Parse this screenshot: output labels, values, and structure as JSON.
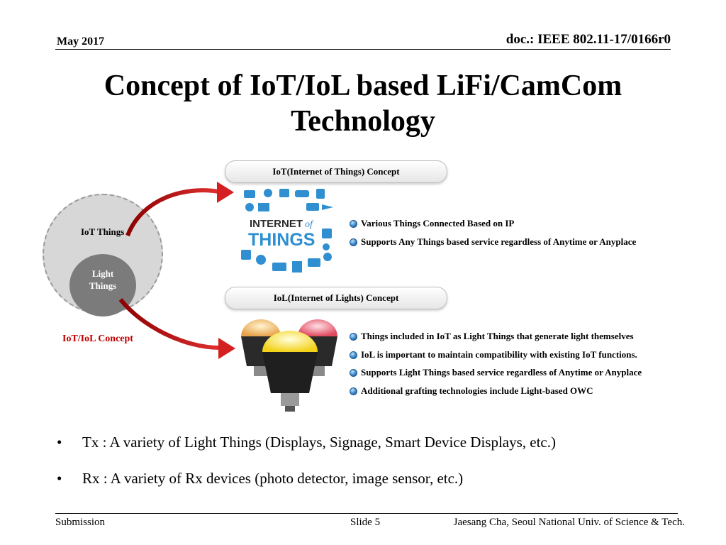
{
  "header": {
    "date": "May 2017",
    "doc": "doc.: IEEE 802.11-17/0166r0"
  },
  "title": {
    "line1": "Concept of IoT/IoL based LiFi/CamCom",
    "line2": "Technology"
  },
  "diagram": {
    "iot_pill": "IoT(Internet of Things) Concept",
    "iol_pill": "IoL(Internet of Lights) Concept",
    "circle_outer_label": "IoT Things",
    "circle_inner_label_1": "Light",
    "circle_inner_label_2": "Things",
    "concept_label": "IoT/IoL Concept",
    "iot_logo_word_1": "INTERNET",
    "iot_logo_word_2": "of",
    "iot_logo_word_3": "THINGS",
    "iot_bullets": [
      "Various Things Connected Based on IP",
      "Supports Any Things based service regardless of Anytime or Anyplace"
    ],
    "iol_bullets": [
      "Things included in IoT as Light Things that generate light themselves",
      "IoL is important to maintain compatibility with existing IoT functions.",
      "Supports Light Things based service regardless of Anytime or Anyplace",
      "Additional grafting technologies include Light-based OWC"
    ]
  },
  "body": {
    "bullet_marker": "•",
    "items": [
      "Tx : A variety of Light Things (Displays, Signage, Smart Device Displays, etc.)",
      "Rx : A variety of Rx devices (photo detector, image sensor, etc.)"
    ]
  },
  "footer": {
    "submission": "Submission",
    "slide": "Slide 5",
    "author": "Jaesang Cha, Seoul National Univ. of  Science & Tech."
  },
  "colors": {
    "accent_red": "#c00000",
    "arrow_red": "#d42020",
    "icon_blue": "#2f8fd0"
  }
}
